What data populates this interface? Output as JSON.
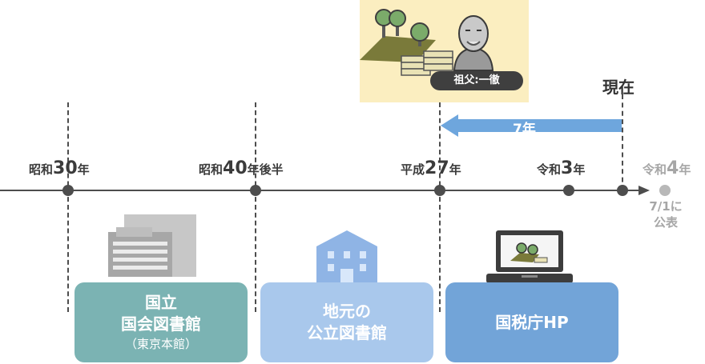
{
  "timeline": {
    "eras": [
      {
        "prefix": "昭和",
        "number": "30",
        "suffix": "年"
      },
      {
        "prefix": "昭和",
        "number": "40",
        "suffix": "年後半"
      },
      {
        "prefix": "平成",
        "number": "27",
        "suffix": "年"
      },
      {
        "prefix": "令和",
        "number": "3",
        "suffix": "年"
      },
      {
        "prefix": "令和",
        "number": "4",
        "suffix": "年"
      }
    ],
    "now_label": "現在",
    "publish_note": {
      "line1": "7/1に",
      "line2": "公表"
    }
  },
  "span": {
    "label": "7年"
  },
  "scene": {
    "badge": "祖父:一徹"
  },
  "sources": [
    {
      "line1": "国立",
      "line2": "国会図書館",
      "line3": "（東京本館）",
      "color": "#7bb3b3"
    },
    {
      "line1": "地元の",
      "line2": "公立図書館",
      "color": "#a9c8ec"
    },
    {
      "line1": "国税庁HP",
      "color": "#72a4d8"
    }
  ],
  "colors": {
    "timeline": "#4d4d4d",
    "muted": "#a6a6a6",
    "span_arrow": "#6ea6dd",
    "highlight": "#fbeec0"
  },
  "icons": [
    "office-building-icon",
    "apartment-building-icon",
    "laptop-icon",
    "trees-icon",
    "money-stack-icon",
    "grandfather-icon"
  ]
}
